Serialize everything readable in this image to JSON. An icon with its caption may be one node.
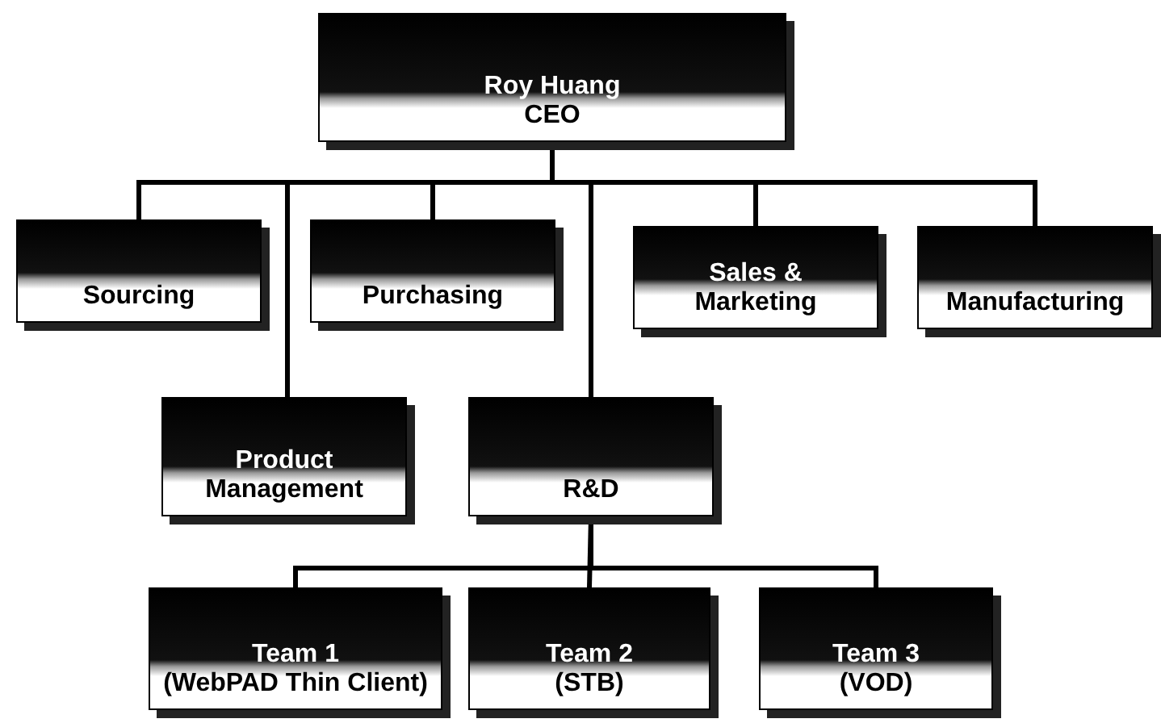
{
  "diagram": {
    "nodes": [
      {
        "text": [
          "Roy Huang",
          "CEO"
        ]
      },
      {
        "text": [
          "Sourcing"
        ]
      },
      {
        "text": [
          "Purchasing"
        ]
      },
      {
        "text": [
          "Sales &",
          "Marketing"
        ]
      },
      {
        "text": [
          "Manufacturing"
        ]
      },
      {
        "text": [
          "Product",
          "Management"
        ]
      },
      {
        "text": [
          "R&D"
        ]
      },
      {
        "text": [
          "Team 1",
          "(WebPAD Thin Client)"
        ]
      },
      {
        "text": [
          "Team 2",
          "(STB)"
        ]
      },
      {
        "text": [
          "Team 3",
          "(VOD)"
        ]
      }
    ],
    "edges": [
      {
        "from": 0,
        "to": 1,
        "arrow": "none"
      },
      {
        "from": 0,
        "to": 2,
        "arrow": "none"
      },
      {
        "from": 0,
        "to": 3,
        "arrow": "none"
      },
      {
        "from": 0,
        "to": 4,
        "arrow": "none"
      },
      {
        "from": 0,
        "to": 5,
        "arrow": "none"
      },
      {
        "from": 0,
        "to": 6,
        "arrow": "none"
      },
      {
        "from": 6,
        "to": 7,
        "arrow": "none"
      },
      {
        "from": 6,
        "to": 8,
        "arrow": "none"
      },
      {
        "from": 6,
        "to": 9,
        "arrow": "none"
      }
    ]
  }
}
